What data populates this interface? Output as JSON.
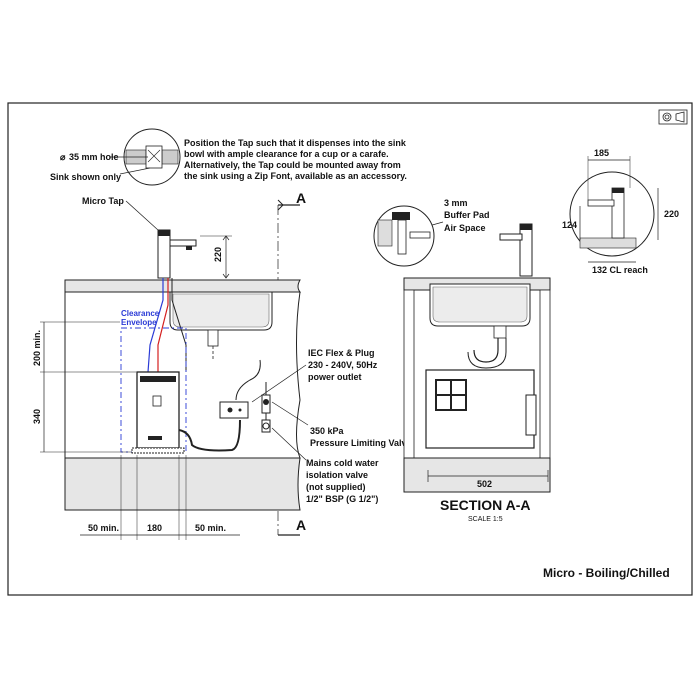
{
  "notes": {
    "hole": "35 mm hole",
    "sink_shown": "Sink shown only",
    "position_note": [
      "Position the Tap such that it dispenses into the sink",
      "bowl with ample clearance for a cup or a carafe.",
      "Alternatively, the Tap could be mounted away from",
      "the sink using a Zip Font, available as an accessory."
    ],
    "micro_tap": "Micro Tap",
    "clearance": [
      "Clearance",
      "Envelope"
    ],
    "iec": [
      "IEC Flex & Plug",
      "230 - 240V, 50Hz",
      "power outlet"
    ],
    "pressure": [
      "350 kPa",
      "Pressure Limiting Valve"
    ],
    "mains": [
      "Mains cold water",
      "isolation valve",
      "(not supplied)",
      "1/2\" BSP (G 1/2\")"
    ],
    "buffer": [
      "3 mm",
      "Buffer Pad",
      "Air Space"
    ],
    "section_marker": "A"
  },
  "dimensions": {
    "d220_left": "220",
    "d200": "200 min.",
    "d340": "340",
    "d50_left": "50 min.",
    "d180": "180",
    "d50_right": "50 min.",
    "d185": "185",
    "d124": "124",
    "d220_right": "220",
    "d132": "132 CL reach",
    "d502": "502"
  },
  "section": {
    "title": "SECTION A-A",
    "scale": "SCALE 1:5"
  },
  "footer": {
    "product": "Micro - Boiling/Chilled"
  },
  "colors": {
    "hot_line": "#d42020",
    "cold_line": "#2b3bd6",
    "clearance": "#2b3bd6"
  }
}
